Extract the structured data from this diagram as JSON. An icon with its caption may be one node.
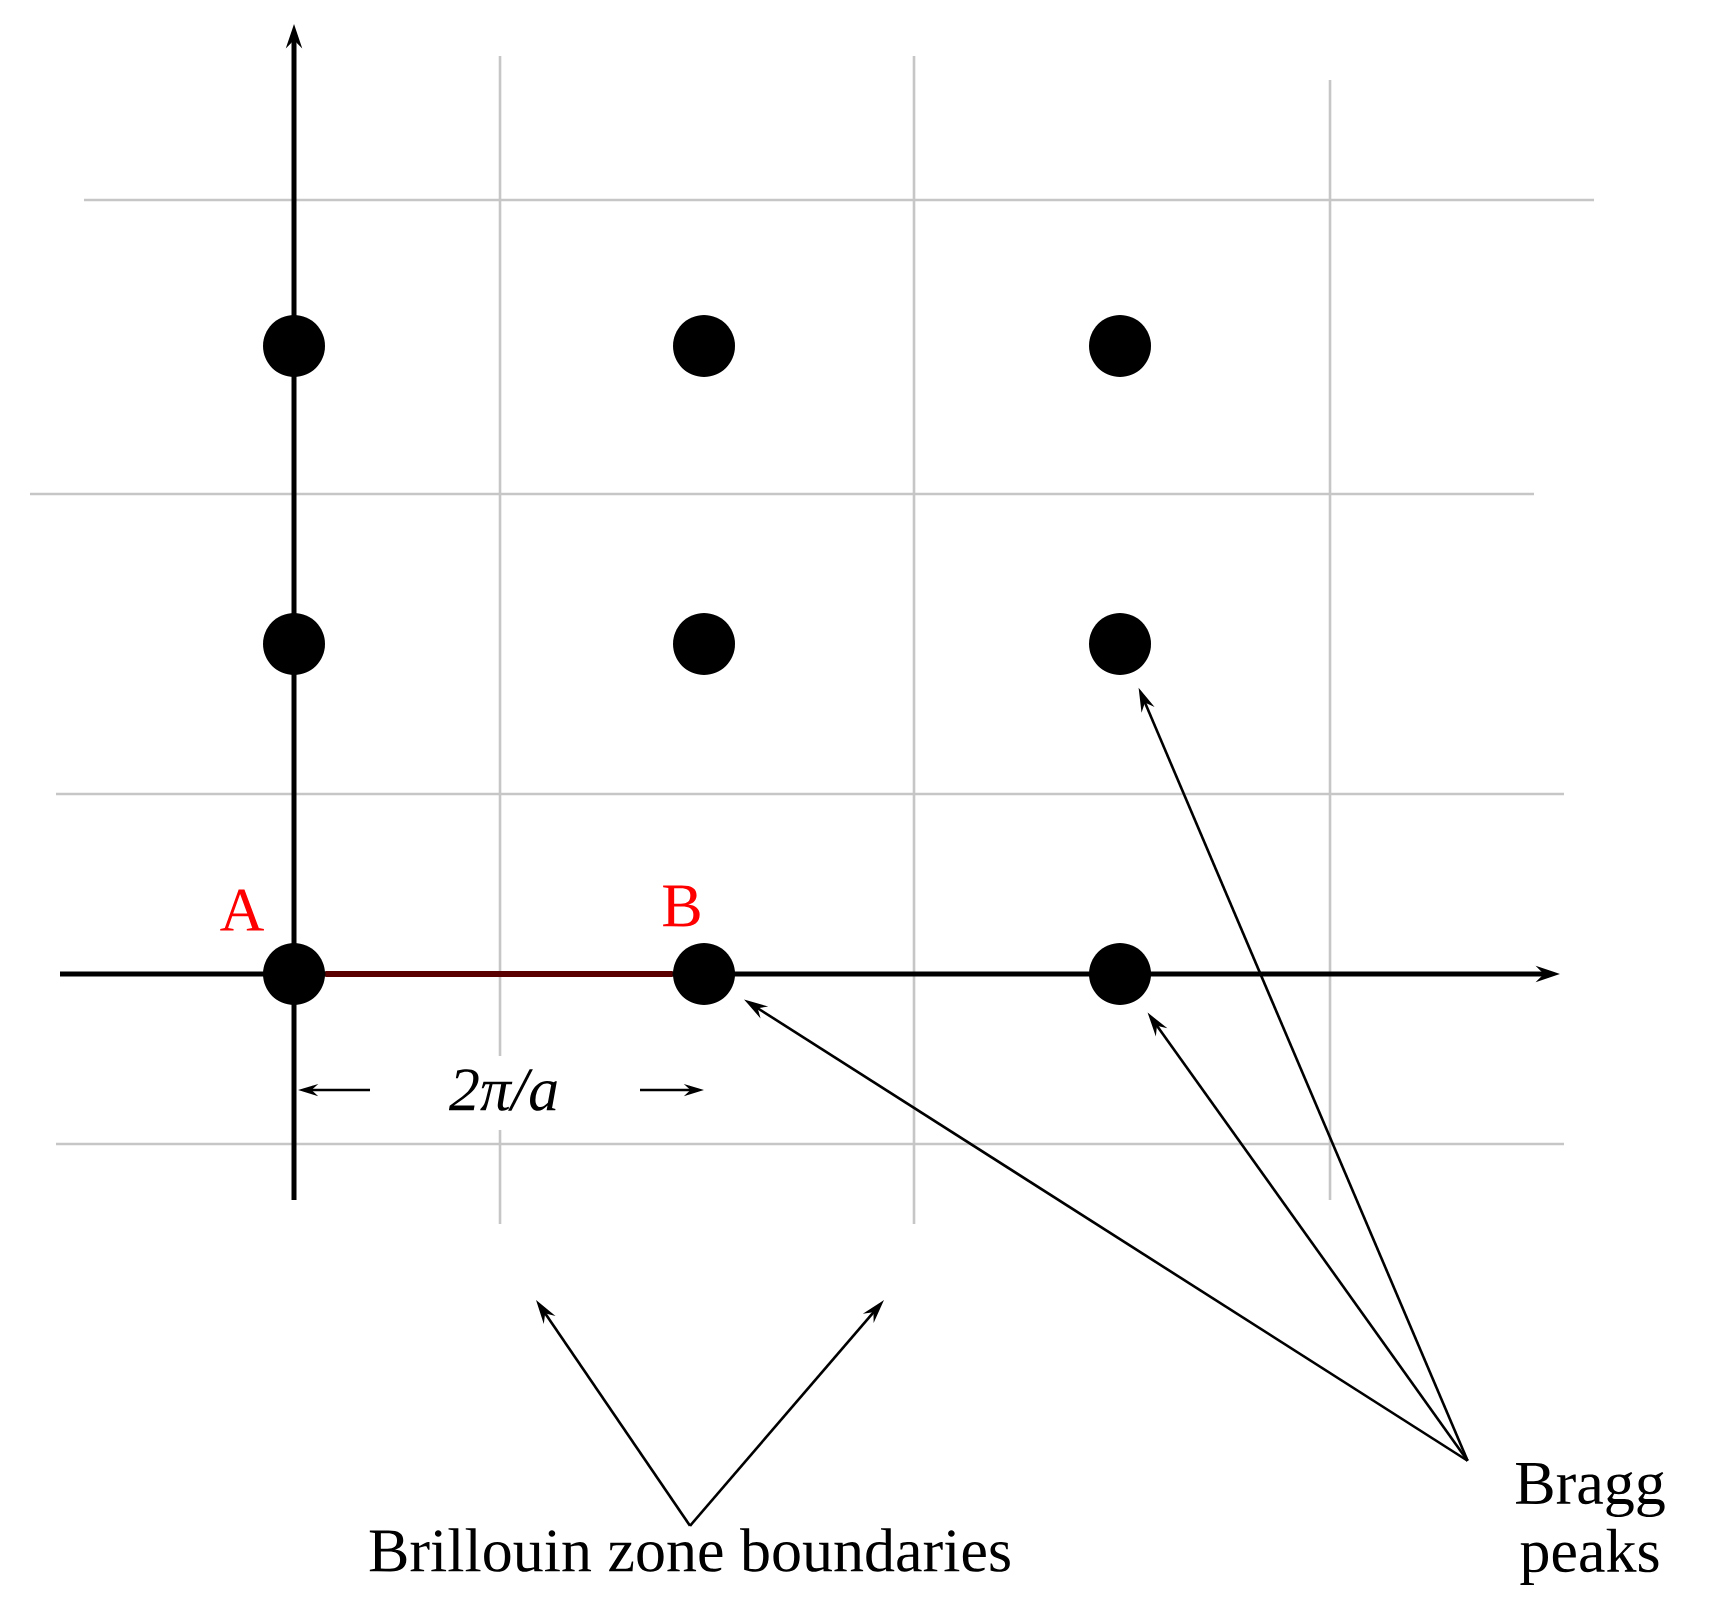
{
  "diagram": {
    "nodes": [
      {
        "text": [
          "Brillouin zone boundaries"
        ]
      },
      {
        "text": [
          "Bragg peaks"
        ]
      },
      {
        "text": [],
        "shape": "circle"
      },
      {
        "text": [],
        "shape": "circle"
      },
      {
        "text": [],
        "shape": "circle"
      },
      {
        "text": [],
        "shape": "circle"
      },
      {
        "text": [],
        "shape": "circle"
      },
      {
        "text": [],
        "shape": "circle"
      },
      {
        "text": [],
        "shape": "circle",
        "beside": [
          "A"
        ]
      },
      {
        "text": [],
        "shape": "circle",
        "beside": [
          "B"
        ]
      },
      {
        "text": [],
        "shape": "circle"
      }
    ],
    "edges": [
      {
        "from": 0,
        "to": null,
        "arrow": "to"
      },
      {
        "from": 0,
        "to": null,
        "arrow": "to"
      },
      {
        "from": 1,
        "to": 9,
        "arrow": "to"
      },
      {
        "from": 1,
        "to": 10,
        "arrow": "to"
      },
      {
        "from": 1,
        "to": 7,
        "arrow": "to"
      },
      {
        "from": 8,
        "to": 9,
        "arrow": "none",
        "style": "thick",
        "color": "#5a0000"
      }
    ],
    "labels": [
      "2π/a"
    ]
  }
}
